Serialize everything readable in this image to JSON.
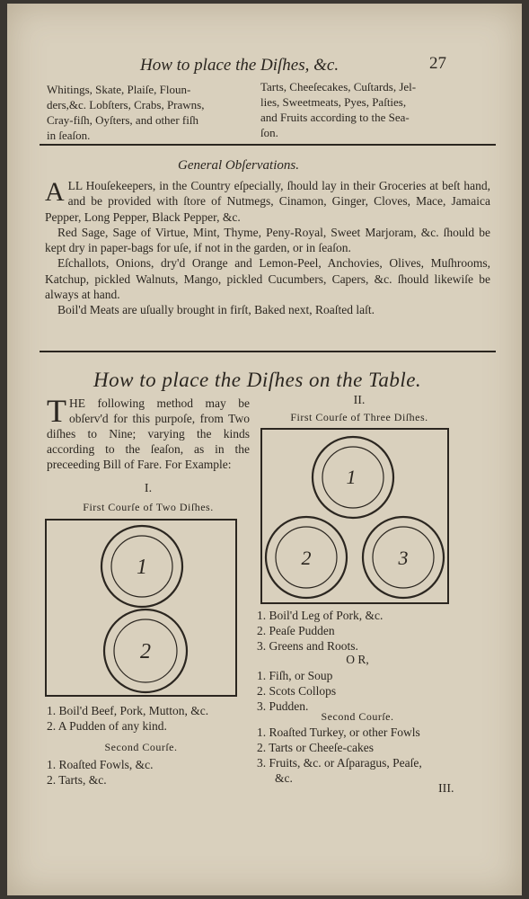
{
  "header": {
    "title": "How to place the Diſhes, &c.",
    "page_number": "27"
  },
  "top_columns": {
    "left": [
      "Whitings, Skate, Plaiſe, Floun-",
      "ders,&c. Lobſters, Crabs, Prawns,",
      "Cray-fiſh, Oyſters, and other fiſh",
      "in ſeaſon."
    ],
    "right": [
      "Tarts, Cheeſecakes, Cuſtards, Jel-",
      "lies, Sweetmeats, Pyes, Paſties,",
      "and Fruits according to the Sea-",
      "ſon."
    ]
  },
  "general": {
    "title": "General Obſervations.",
    "p1_drop": "A",
    "p1": "LL Houſekeepers, in the Country eſpecially, ſhould lay in their Groceries at beſt hand, and be provided with ſtore of Nutmegs, Cinamon, Ginger, Cloves, Mace, Jamaica Pepper, Long Pepper, Black Pepper, &c.",
    "p2": "Red Sage, Sage of Virtue, Mint, Thyme, Peny-Royal, Sweet Marjoram, &c. ſhould be kept dry in paper-bags for uſe, if not in the garden, or in ſeaſon.",
    "p3": "Eſchallots, Onions, dry'd Orange and Lemon-Peel, Anchovies, Olives, Muſhrooms, Katchup, pickled Walnuts, Mango, pickled Cucumbers, Capers, &c. ſhould likewiſe be always at hand.",
    "p4": "Boil'd Meats are uſually brought in firſt, Baked next, Roaſted laſt."
  },
  "section": {
    "title": "How to place the Diſhes on the Table.",
    "intro_drop": "T",
    "intro": "HE following method may be obſerv'd for this purpoſe, from Two diſhes to Nine; varying the kinds according to the ſeaſon, as in the preceeding Bill of Fare. For Example:"
  },
  "course1": {
    "numeral": "I.",
    "heading": "First Courſe of Two Diſhes.",
    "dish_labels": [
      "1",
      "2"
    ],
    "items": [
      "1. Boil'd Beef, Pork, Mutton, &c.",
      "2. A Pudden of any kind."
    ],
    "second_heading": "Second Courſe.",
    "second_items": [
      "1. Roaſted Fowls, &c.",
      "2. Tarts, &c."
    ]
  },
  "course2": {
    "numeral": "II.",
    "heading": "First Courſe of Three Diſhes.",
    "dish_labels": [
      "1",
      "2",
      "3"
    ],
    "items": [
      "1. Boil'd Leg of Pork, &c.",
      "2. Peaſe Pudden",
      "3. Greens and Roots."
    ],
    "or_label": "O R,",
    "alt_items": [
      "1. Fiſh, or Soup",
      "2. Scots Collops",
      "3. Pudden."
    ],
    "second_heading": "Second Courſe.",
    "second_items": [
      "1. Roaſted Turkey, or other Fowls",
      "2. Tarts or Cheeſe-cakes",
      "3. Fruits, &c. or Aſparagus, Peaſe,",
      "&c."
    ]
  },
  "footer": {
    "next_numeral": "III."
  }
}
